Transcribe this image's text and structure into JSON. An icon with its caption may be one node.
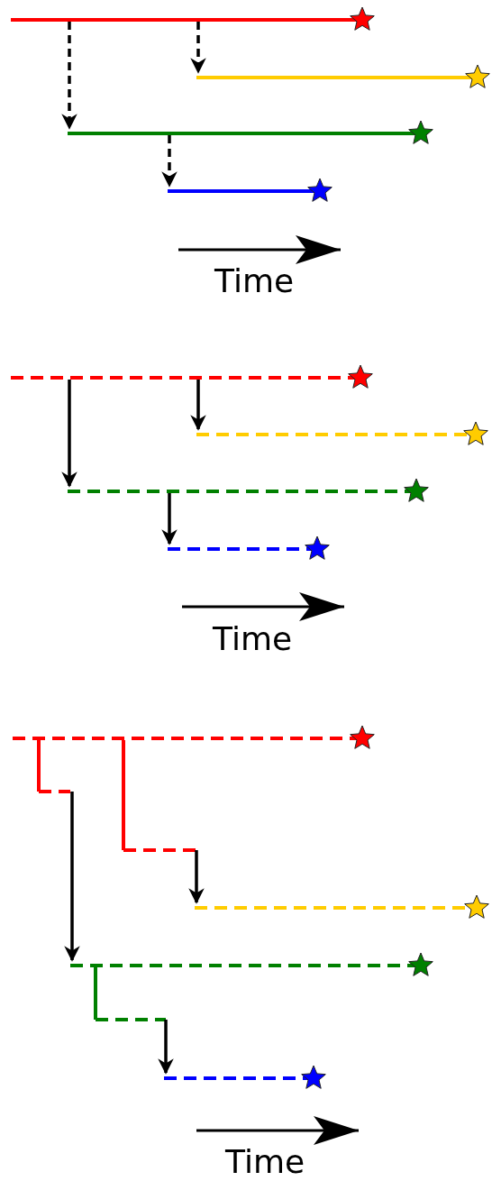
{
  "diagram": {
    "nodes": [
      {
        "text": [],
        "shape": "bar"
      },
      {
        "text": [],
        "shape": "bar"
      },
      {
        "text": [],
        "shape": "bar"
      },
      {
        "text": [],
        "shape": "bar"
      },
      {
        "text": [],
        "shape": "bar"
      },
      {
        "text": [],
        "shape": "bar"
      },
      {
        "text": [],
        "shape": "bar"
      },
      {
        "text": [],
        "shape": "bar"
      },
      {
        "text": [],
        "shape": "bar"
      },
      {
        "text": [],
        "shape": "bar"
      },
      {
        "text": [],
        "shape": "bar"
      },
      {
        "text": [],
        "shape": "bar"
      }
    ],
    "edges": [
      {
        "from": 0,
        "to": 1,
        "arrow": "to",
        "style": "dashed"
      },
      {
        "from": 0,
        "to": 2,
        "arrow": "to",
        "style": "dashed"
      },
      {
        "from": 2,
        "to": 3,
        "arrow": "to",
        "style": "dashed"
      },
      {
        "from": 4,
        "to": 5,
        "arrow": "to"
      },
      {
        "from": 4,
        "to": 6,
        "arrow": "to"
      },
      {
        "from": 6,
        "to": 7,
        "arrow": "to"
      },
      {
        "from": 8,
        "to": 9,
        "arrow": "to"
      },
      {
        "from": 8,
        "to": 10,
        "arrow": "to"
      },
      {
        "from": 10,
        "to": 11,
        "arrow": "to"
      }
    ],
    "labels": [
      "Time",
      "Time",
      "Time"
    ]
  }
}
